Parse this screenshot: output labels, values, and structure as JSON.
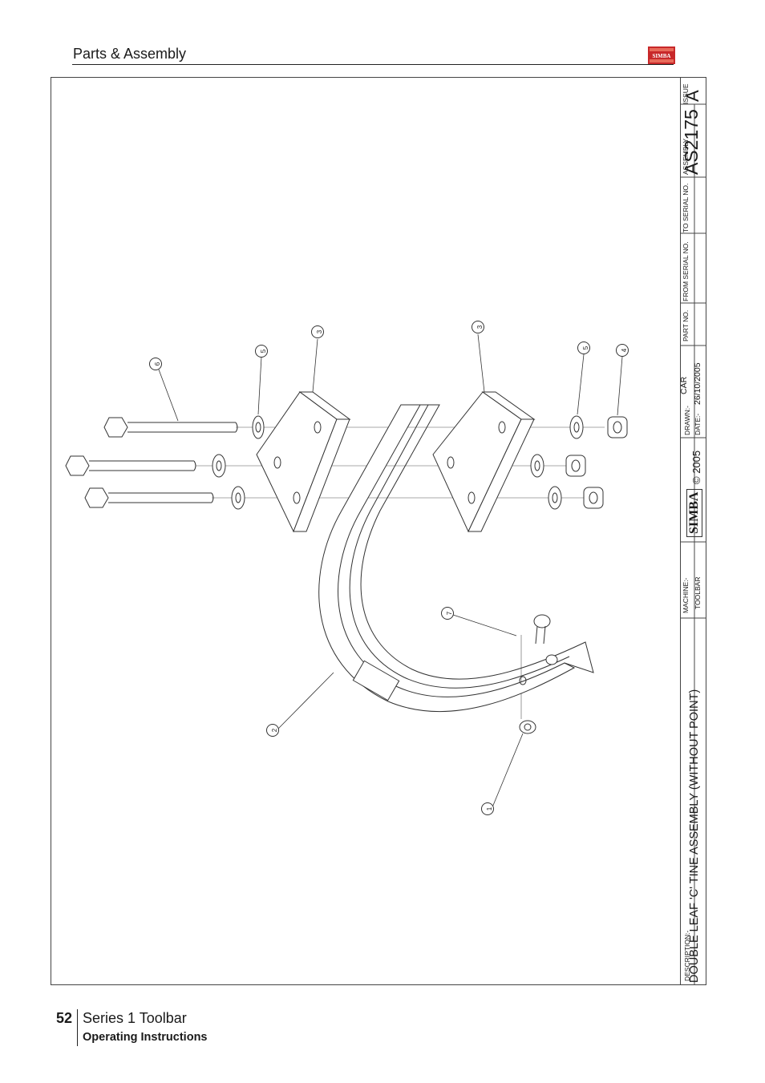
{
  "header": {
    "section_title": "Parts & Assembly"
  },
  "colors": {
    "brand_red": "#c8282a",
    "line": "#333333"
  },
  "title_block": {
    "issue_label": "ISSUE",
    "issue_value": "A",
    "assembly_label": "ASSEMBLY",
    "assembly_value": "AS2175",
    "to_serial_label": "TO SERIAL NO.",
    "from_serial_label": "FROM SERIAL NO.",
    "part_no_label": "PART NO.",
    "drawn_label": "DRAWN:-",
    "drawn_value": "CAR",
    "date_label": "DATE:-",
    "date_value": "26/10/2005",
    "copyright": "© 2005",
    "logo_text": "SIMBA",
    "machine_label": "MACHINE:-",
    "machine_value": "TOOLBAR",
    "description_label": "DESCRIPTION:-",
    "description_value": "DOUBLE LEAF 'C' TINE ASSEMBLY (WITHOUT POINT)"
  },
  "callouts": [
    "1",
    "2",
    "3",
    "3",
    "4",
    "5",
    "5",
    "6",
    "7"
  ],
  "footer": {
    "page_number": "52",
    "series": "Series 1 Toolbar",
    "subtitle": "Operating Instructions"
  }
}
